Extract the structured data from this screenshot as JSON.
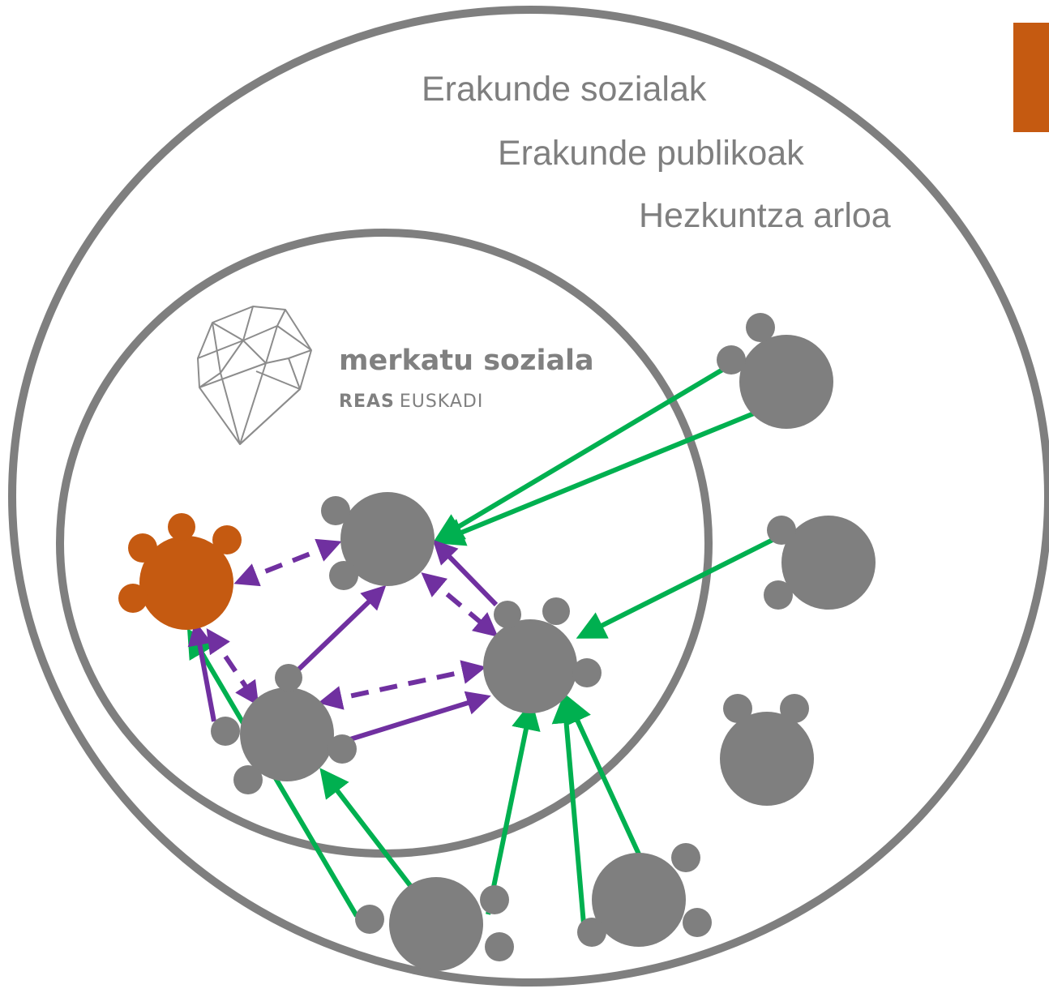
{
  "labels": {
    "outer_1": "Erakunde sozialak",
    "outer_2": "Erakunde publikoak",
    "outer_3": "Hezkuntza arloa"
  },
  "logo": {
    "title": "merkatu soziala",
    "sub_bold": "REAS",
    "sub_regular": "EUSKADI"
  },
  "colors": {
    "circle": "#7f7f7f",
    "node_gray": "#7f7f7f",
    "node_accent": "#c55a11",
    "arrow_green": "#00b050",
    "arrow_purple": "#7030a0",
    "legend_box": "#c55a11"
  }
}
